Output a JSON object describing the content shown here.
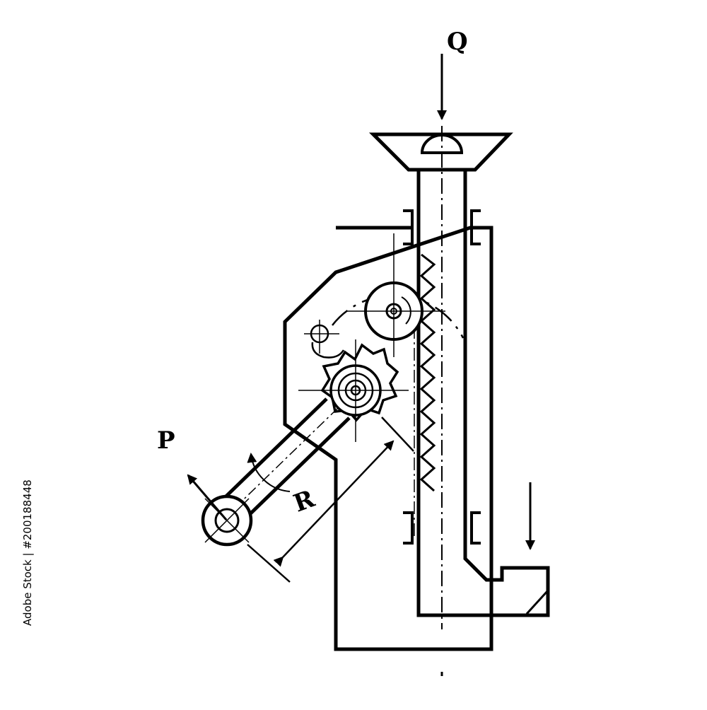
{
  "diagram": {
    "labels": {
      "load": "Q",
      "effort": "P",
      "arm_length": "R"
    },
    "stroke_color": "#000000",
    "background": "#ffffff"
  },
  "watermark": {
    "stock_id": "Adobe Stock | #200188448"
  }
}
